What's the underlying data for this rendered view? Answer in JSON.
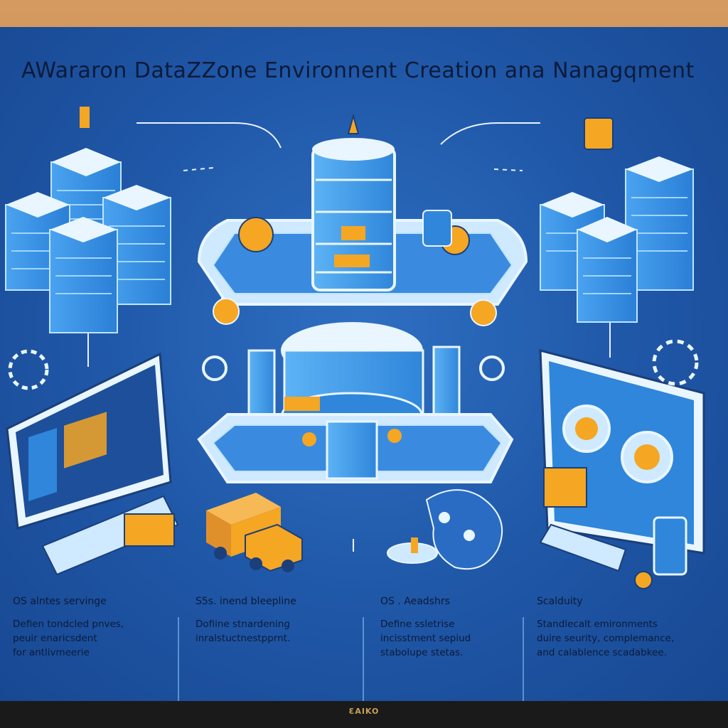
{
  "title": "AWararon DataZZone Environnent Creation ana Nanagqment",
  "brand": "ƐAIKO",
  "columns": [
    {
      "heading": "OS alntes servinge",
      "lines": [
        "Defien tondcled pnves,",
        "peuir enaricsdent",
        "for antlivmeerie"
      ]
    },
    {
      "heading": "S5s. inend bleepline",
      "lines": [
        "Dofiine stnardening",
        "inralstuctnestpprnt."
      ]
    },
    {
      "heading": "OS . Aeadshrs",
      "lines": [
        "Define ssletrise",
        "incisstment sepiud",
        "stabolupe stetas."
      ]
    },
    {
      "heading": "Scalduity",
      "lines": [
        "Standlecalt emironments",
        "duire seurity, complemance,",
        "and calablence scadabkee."
      ]
    }
  ],
  "colors": {
    "screen": "#1f56a6",
    "accent": "#f5a623",
    "line": "#9fd0ff",
    "text": "#0b1b3a"
  }
}
